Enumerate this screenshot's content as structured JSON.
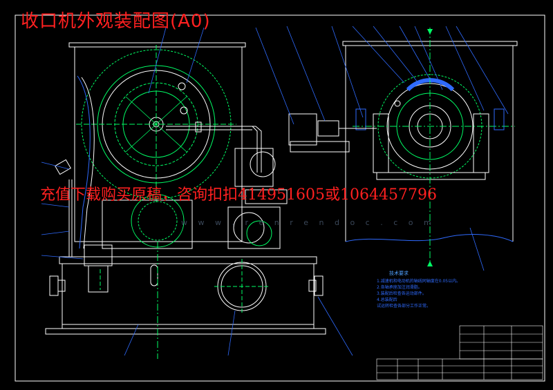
{
  "title": "收口机外观装配图(A0)",
  "promo": "充值下载购买原稿，咨询扣扣414951605或1064457796",
  "watermark": "w w w . r e n r e n d o c . c o m",
  "notes": {
    "heading": "技术要求",
    "lines": [
      "1.减速机和电动机的轴线同轴度在0.05以内。",
      "2.各轴承座加注润滑脂。",
      "3.装配后检查各运动部件。",
      "4.总装配后",
      "  试运转检查各部分工作正常。"
    ]
  },
  "colors": {
    "background": "#000000",
    "frame": "#ffffff",
    "part": "#ffffff",
    "green": "#00ff66",
    "leader": "#2f6bff",
    "title_red": "#ff2020"
  }
}
